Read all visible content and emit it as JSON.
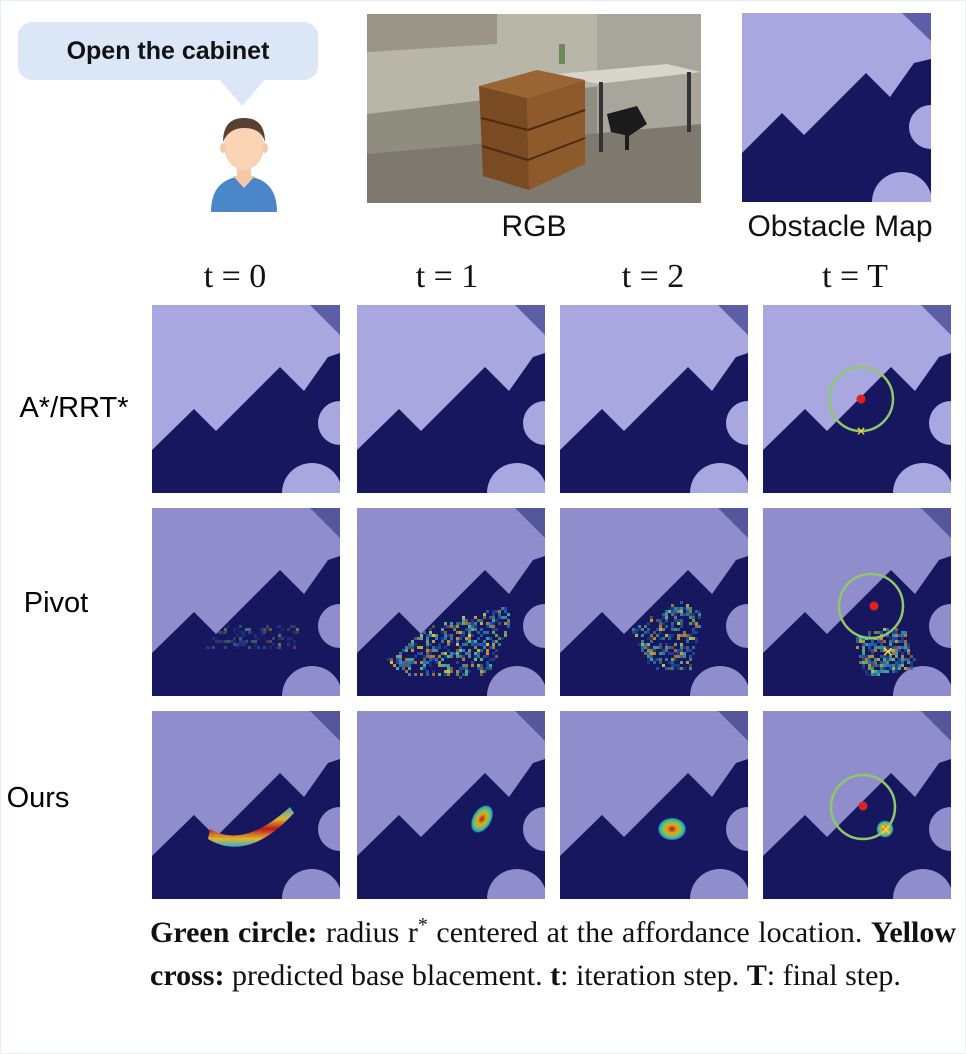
{
  "instruction": "Open the cabinet",
  "views": {
    "rgb_label": "RGB",
    "obstacle_label": "Obstacle Map"
  },
  "columns": [
    "t = 0",
    "t = 1",
    "t = 2",
    "t = T"
  ],
  "rows": [
    "A*/RRT*",
    "Pivot",
    "Ours"
  ],
  "caption": {
    "green_label": "Green circle:",
    "green_text_a": " radius r",
    "green_sup": "*",
    "green_text_b": " centered at the affordance location. ",
    "yellow_label": "Yellow cross:",
    "yellow_text": " predicted base blacement. ",
    "t_label": "t",
    "t_text": ": iteration step. ",
    "T_label": "T",
    "T_text": ": final step."
  },
  "colors": {
    "free_space": "#a9a7e0",
    "obstacle": "#16175e",
    "corner": "#5c5ea6",
    "affordance_circle": "#8ec86a",
    "affordance_point": "#e0201e",
    "base_cross": "#f2d23a"
  }
}
